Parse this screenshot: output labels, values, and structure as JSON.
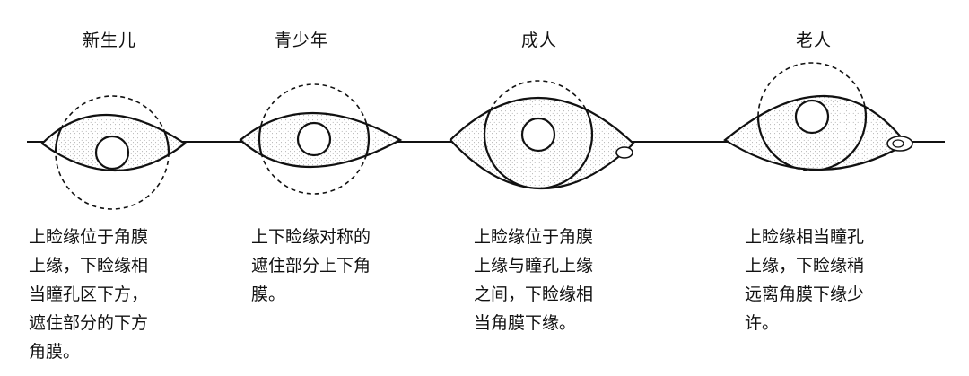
{
  "stages": [
    {
      "title": "新生儿",
      "caption": "上睑缘位于角膜\n上缘，下睑缘相\n当瞳孔区下方，\n遮住部分的下方\n角膜。"
    },
    {
      "title": "青少年",
      "caption": "上下睑缘对称的\n遮住部分上下角\n膜。"
    },
    {
      "title": "成人",
      "caption": "上睑缘位于角膜\n上缘与瞳孔上缘\n之间，下睑缘相\n当角膜下缘。"
    },
    {
      "title": "老人",
      "caption": "上睑缘相当瞳孔\n上缘，下睑缘稍\n远离角膜下缘少\n许。"
    }
  ]
}
